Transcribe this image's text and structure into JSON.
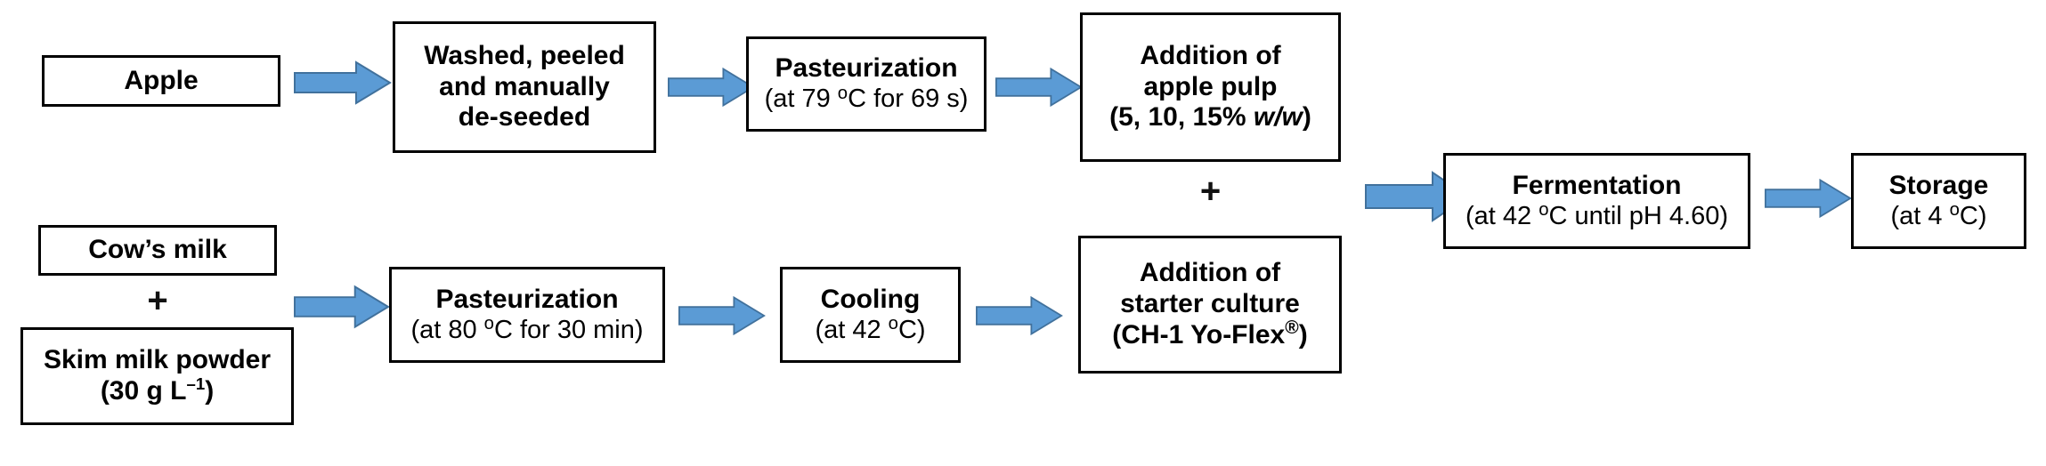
{
  "diagram": {
    "title": "Apple-enriched fermented milk process flow diagram",
    "colors": {
      "arrow_fill": "#5B9BD5",
      "arrow_stroke": "#41719C",
      "box_border": "#000000",
      "background": "#FFFFFF",
      "text": "#000000"
    },
    "nodes": [
      {
        "id": "apple",
        "name": "apple",
        "lines": [
          {
            "text": "Apple",
            "style": "strong"
          }
        ]
      },
      {
        "id": "washed",
        "name": "washed-peeled-deseeded",
        "lines": [
          {
            "text": "Washed, peeled",
            "style": "strong"
          },
          {
            "text": "and manually",
            "style": "strong"
          },
          {
            "text": "de-seeded",
            "style": "strong"
          }
        ]
      },
      {
        "id": "pasteurization-apple",
        "name": "pasteurization-apple",
        "lines": [
          {
            "text": "Pasteurization",
            "style": "strong"
          },
          {
            "text": "(at 79 °C for 69 s)",
            "style": "sub"
          }
        ]
      },
      {
        "id": "addition-apple-pulp",
        "name": "addition-of-apple-pulp",
        "lines": [
          {
            "text": "Addition of",
            "style": "strong"
          },
          {
            "text": "apple pulp",
            "style": "strong"
          },
          {
            "text": "(5, 10, 15% w/w)",
            "style": "strong"
          }
        ]
      },
      {
        "id": "cows-milk",
        "name": "cows-milk",
        "lines": [
          {
            "text": "Cow’s milk",
            "style": "strong"
          }
        ]
      },
      {
        "id": "skim-milk-powder",
        "name": "skim-milk-powder",
        "lines": [
          {
            "text": "Skim milk powder",
            "style": "strong"
          },
          {
            "text": "(30 g L–1)",
            "style": "strong"
          }
        ]
      },
      {
        "id": "pasteurization-milk",
        "name": "pasteurization-milk",
        "lines": [
          {
            "text": "Pasteurization",
            "style": "strong"
          },
          {
            "text": "(at 80 °C for 30 min)",
            "style": "sub"
          }
        ]
      },
      {
        "id": "cooling",
        "name": "cooling",
        "lines": [
          {
            "text": "Cooling",
            "style": "strong"
          },
          {
            "text": "(at 42 °C)",
            "style": "sub"
          }
        ]
      },
      {
        "id": "addition-starter-culture",
        "name": "addition-of-starter-culture",
        "lines": [
          {
            "text": "Addition of",
            "style": "strong"
          },
          {
            "text": "starter culture",
            "style": "strong"
          },
          {
            "text": "(CH-1 Yo-Flex®)",
            "style": "strong"
          }
        ]
      },
      {
        "id": "fermentation",
        "name": "fermentation",
        "lines": [
          {
            "text": "Fermentation",
            "style": "strong"
          },
          {
            "text": "(at 42 °C until pH 4.60)",
            "style": "sub"
          }
        ]
      },
      {
        "id": "storage",
        "name": "storage",
        "lines": [
          {
            "text": "Storage",
            "style": "strong"
          },
          {
            "text": "(at 4 °C)",
            "style": "sub"
          }
        ]
      }
    ],
    "operators": [
      {
        "id": "plus-milk",
        "symbol": "+"
      },
      {
        "id": "plus-merge",
        "symbol": "+"
      }
    ],
    "connectors": [
      {
        "id": "arrow-apple-to-washed",
        "direction": "right"
      },
      {
        "id": "arrow-washed-to-pasteurization",
        "direction": "right"
      },
      {
        "id": "arrow-pasteurization-to-pulp",
        "direction": "right"
      },
      {
        "id": "arrow-milk-to-pasteurization",
        "direction": "right"
      },
      {
        "id": "arrow-pasteurization-to-cooling",
        "direction": "right"
      },
      {
        "id": "arrow-cooling-to-culture",
        "direction": "right"
      },
      {
        "id": "arrow-merge-to-fermentation",
        "direction": "right"
      },
      {
        "id": "arrow-fermentation-to-storage",
        "direction": "right"
      }
    ],
    "labels": {
      "apple": "Apple",
      "washed_l1": "Washed, peeled",
      "washed_l2": "and manually",
      "washed_l3": "de-seeded",
      "past_apple_l1": "Pasteurization",
      "past_apple_l2_pre": "(at 79 ",
      "past_apple_l2_deg": "o",
      "past_apple_l2_post": "C for 69 s)",
      "pulp_l1": "Addition of",
      "pulp_l2": "apple pulp",
      "pulp_l3_pre": "(5, 10, 15% ",
      "pulp_l3_it": "w/w",
      "pulp_l3_post": ")",
      "cows_milk": "Cow’s milk",
      "skim_l1": "Skim milk powder",
      "skim_l2_pre": "(30 g L",
      "skim_l2_sup": "–1",
      "skim_l2_post": ")",
      "past_milk_l1": "Pasteurization",
      "past_milk_l2_pre": "(at 80 ",
      "past_milk_l2_deg": "o",
      "past_milk_l2_post": "C for 30 min)",
      "cooling_l1": "Cooling",
      "cooling_l2_pre": "(at 42 ",
      "cooling_l2_deg": "o",
      "cooling_l2_post": "C)",
      "culture_l1": "Addition of",
      "culture_l2": "starter culture",
      "culture_l3_pre": "(CH-1 Yo-Flex",
      "culture_l3_reg": "®",
      "culture_l3_post": ")",
      "ferment_l1": "Fermentation",
      "ferment_l2_pre": "(at 42 ",
      "ferment_l2_deg": "o",
      "ferment_l2_post": "C until pH 4.60)",
      "storage_l1": "Storage",
      "storage_l2_pre": "(at 4 ",
      "storage_l2_deg": "o",
      "storage_l2_post": "C)",
      "plus_milk": "+",
      "plus_merge": "+"
    }
  }
}
